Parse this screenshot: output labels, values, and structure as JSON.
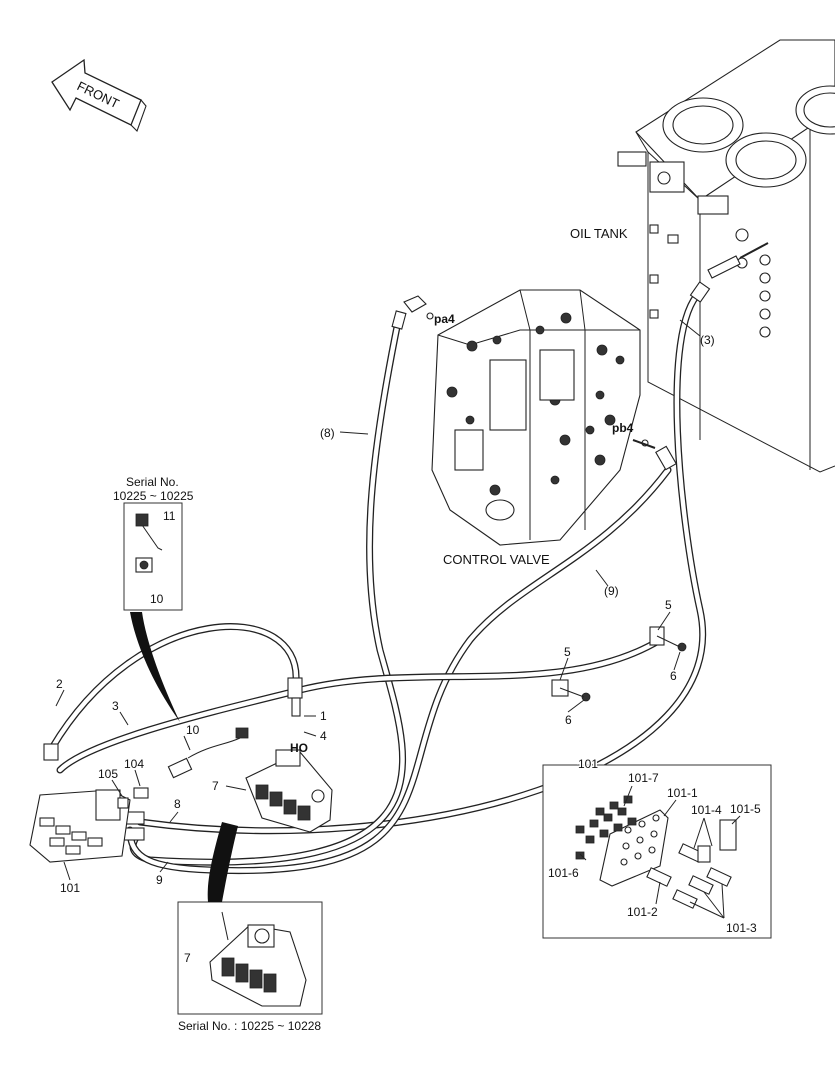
{
  "labels": {
    "front": "FRONT",
    "oil_tank": "OIL TANK",
    "control_valve": "CONTROL VALVE",
    "pa4": "pa4",
    "pb4": "pb4",
    "ho": "HO",
    "hose_3": "(3)",
    "hose_8": "(8)",
    "hose_9": "(9)"
  },
  "callouts": {
    "c1": "1",
    "c2": "2",
    "c3": "3",
    "c4": "4",
    "c5a": "5",
    "c5b": "5",
    "c6a": "6",
    "c6b": "6",
    "c7": "7",
    "c8": "8",
    "c9": "9",
    "c10": "10",
    "c101": "101",
    "c104": "104",
    "c105": "105"
  },
  "inset_serial_top": {
    "line1": "Serial No.",
    "line2": "10225 ~ 10225",
    "c11": "11",
    "c10": "10"
  },
  "inset_serial_bottom": {
    "c7": "7",
    "caption": "Serial No. : 10225 ~ 10228"
  },
  "inset_101": {
    "title": "101",
    "c101_1": "101-1",
    "c101_2": "101-2",
    "c101_3": "101-3",
    "c101_4": "101-4",
    "c101_5": "101-5",
    "c101_6": "101-6",
    "c101_7": "101-7"
  },
  "colors": {
    "line": "#222222",
    "background": "#ffffff",
    "fill_part": "#ffffff",
    "fill_dark": "#333333"
  },
  "icons": [
    "front-arrow-icon"
  ]
}
